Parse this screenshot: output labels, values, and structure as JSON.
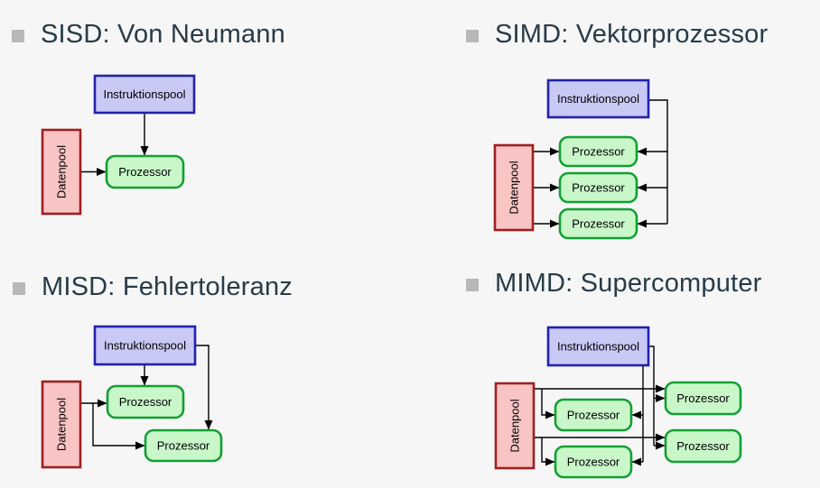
{
  "colors": {
    "background": "#f6f6f6",
    "title_text": "#283b47",
    "bullet": "#b8b8b8",
    "instr_fill": "#c9c9f6",
    "instr_border": "#2222aa",
    "daten_fill": "#f9c4c4",
    "daten_border": "#9e2020",
    "proz_fill": "#c9f7c9",
    "proz_border": "#12a033",
    "wire": "#000000"
  },
  "labels": {
    "instruktionspool": "Instruktionspool",
    "datenpool": "Datenpool",
    "prozessor": "Prozessor"
  },
  "quadrants": [
    {
      "id": "sisd",
      "title": "SISD: Von Neumann"
    },
    {
      "id": "simd",
      "title": "SIMD: Vektorprozessor"
    },
    {
      "id": "misd",
      "title": "MISD: Fehlertoleranz"
    },
    {
      "id": "mimd",
      "title": "MIMD: Supercomputer"
    }
  ]
}
